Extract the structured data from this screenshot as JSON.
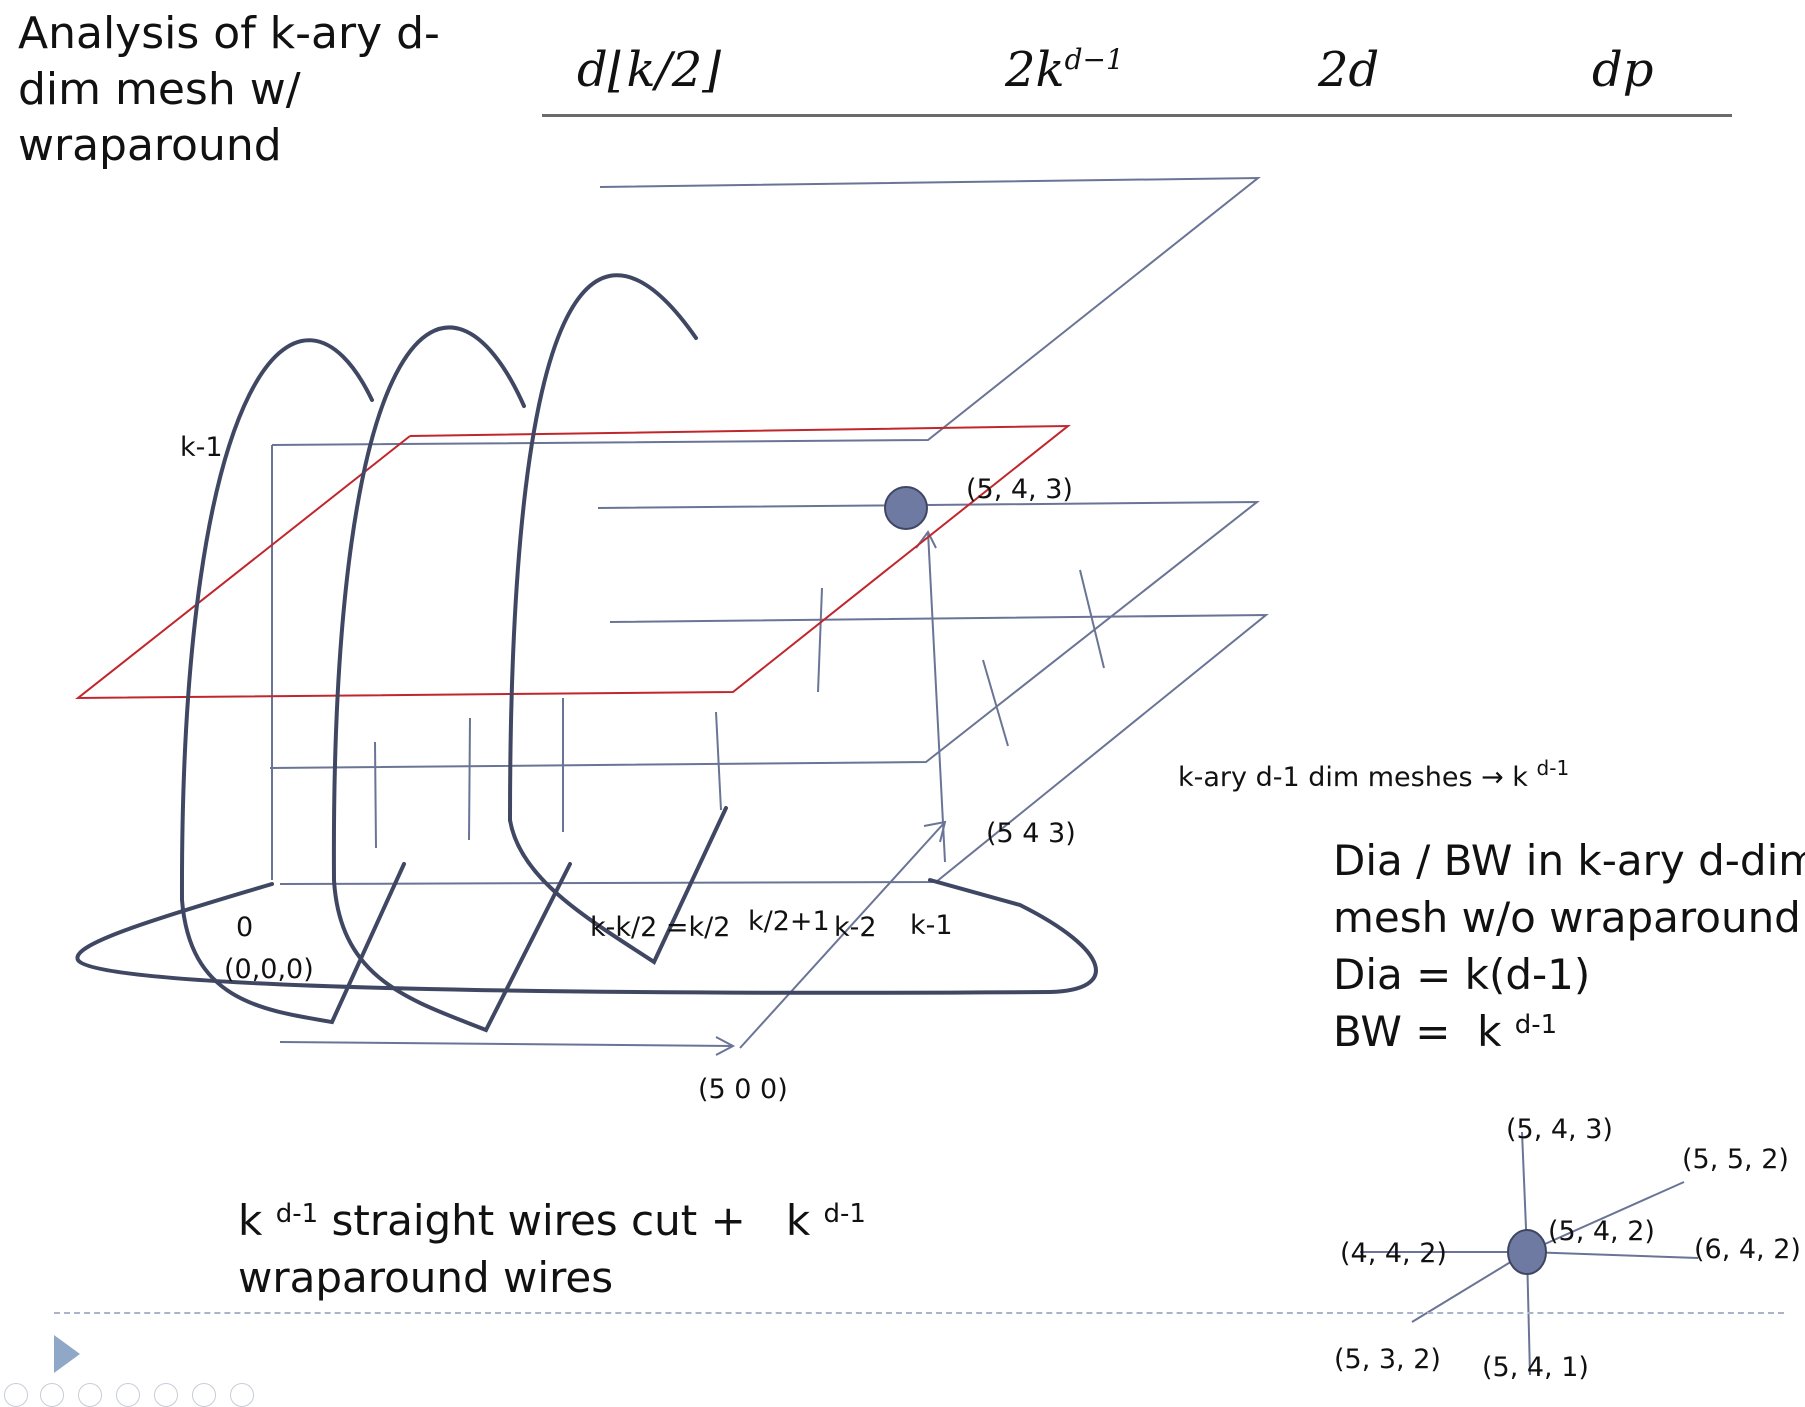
{
  "title": "Analysis of k-ary d-dim mesh w/ wraparound",
  "table_header": {
    "diameter": "d⌊k/2⌋",
    "bisection_base": "2k",
    "bisection_exp": "d−1",
    "links": "2d",
    "cost": "dp"
  },
  "mesh_labels": {
    "top_level": "k-1",
    "highlight_node": "(5, 4, 3)",
    "node_543_plain": "(5 4 3)",
    "origin_index": "0",
    "origin_coord": "(0,0,0)",
    "mid_index": "k-k/2 =k/2",
    "after_mid_index": "k/2+1",
    "second_last_index": "k-2",
    "last_index": "k-1",
    "node_500": "(5 0 0)"
  },
  "meshes_note": {
    "text": "k-ary d-1 dim meshes → k",
    "exp": "d-1"
  },
  "no_wrap_summary": {
    "line1": "Dia / BW in k-ary d-dim",
    "line2": "mesh w/o wraparound",
    "line3": "Dia = k(d-1)",
    "line4": "BW =  k",
    "line4_exp": "d-1"
  },
  "wires_note": {
    "k1": "k",
    "exp1": "d-1",
    "middle": " straight wires cut +   ",
    "k2": "k",
    "exp2": "d-1",
    "line2": "wraparound wires"
  },
  "neighbors": {
    "center": "(5, 4, 2)",
    "up": "(5, 4, 3)",
    "down": "(5, 4, 1)",
    "left": "(4, 4, 2)",
    "right": "(6, 4, 2)",
    "upper_right": "(5, 5, 2)",
    "lower_left": "(5, 3, 2)"
  },
  "colors": {
    "mesh_line": "#6a7495",
    "wrap_wire": "#3f4763",
    "highlight_plane": "#c0272d",
    "node_fill": "#6f7aa3",
    "node_stroke": "#3e4663"
  },
  "icons": [
    "play-icon"
  ]
}
